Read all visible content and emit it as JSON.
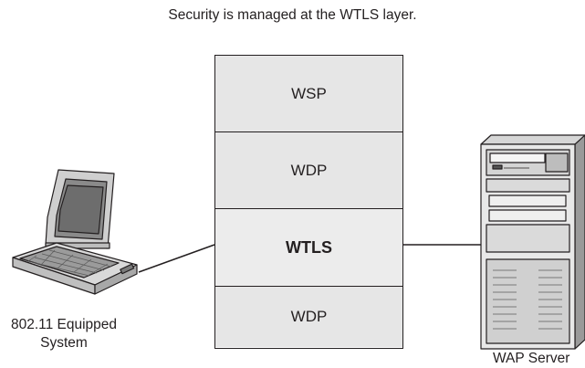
{
  "caption": "Security is managed at the WTLS layer.",
  "stack": {
    "layers": [
      "WSP",
      "WDP",
      "WTLS",
      "WDP"
    ]
  },
  "devices": {
    "laptop_label_line1": "802.11 Equipped",
    "laptop_label_line2": "System",
    "server_label": "WAP Server"
  },
  "icons": {
    "laptop": "laptop-icon",
    "server": "server-tower-icon"
  }
}
